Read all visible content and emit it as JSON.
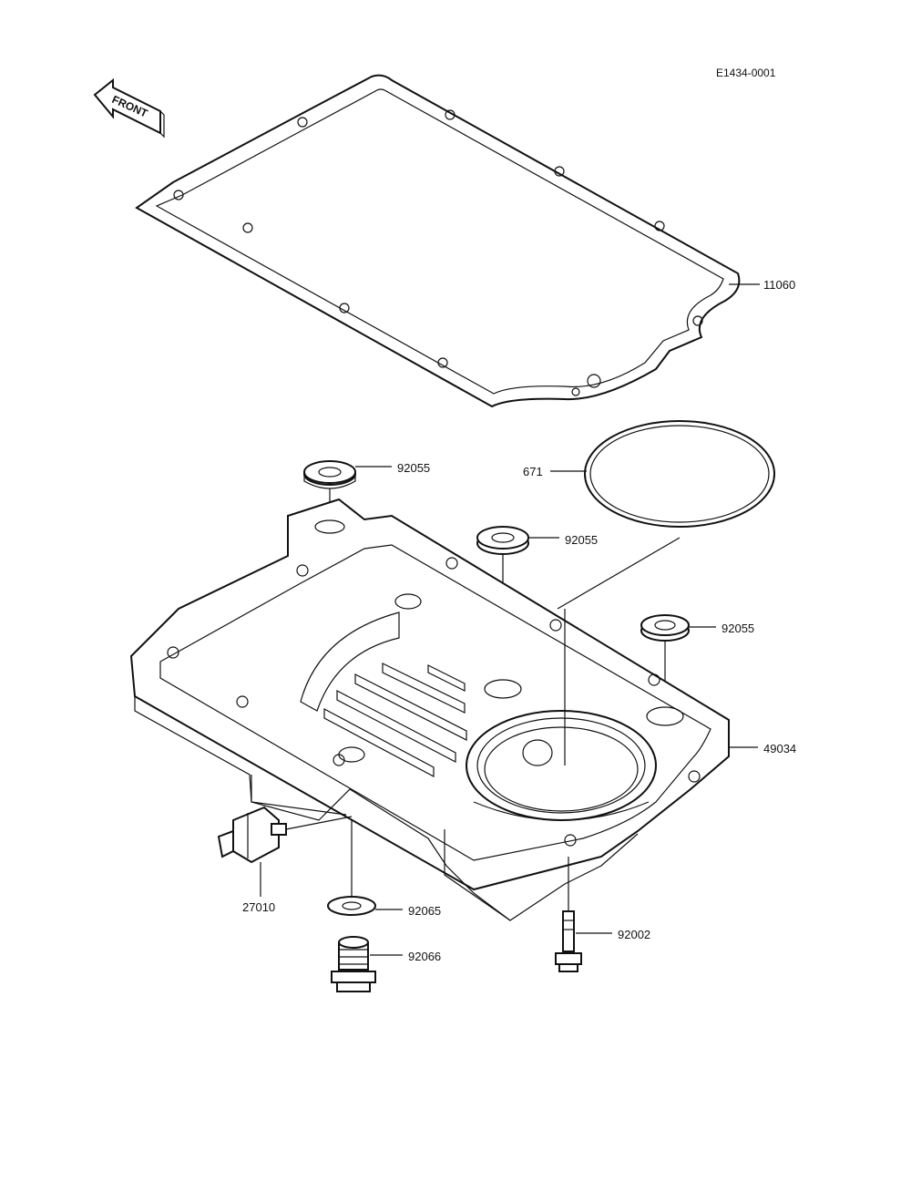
{
  "diagram": {
    "code": "E1434-0001",
    "front_label": "FRONT",
    "callouts": {
      "gasket": "11060",
      "o_ring": "671",
      "seal_top_left": "92055",
      "seal_center": "92055",
      "seal_right": "92055",
      "oil_pan": "49034",
      "switch": "27010",
      "washer": "92065",
      "drain_plug": "92066",
      "bolt": "92002"
    }
  }
}
